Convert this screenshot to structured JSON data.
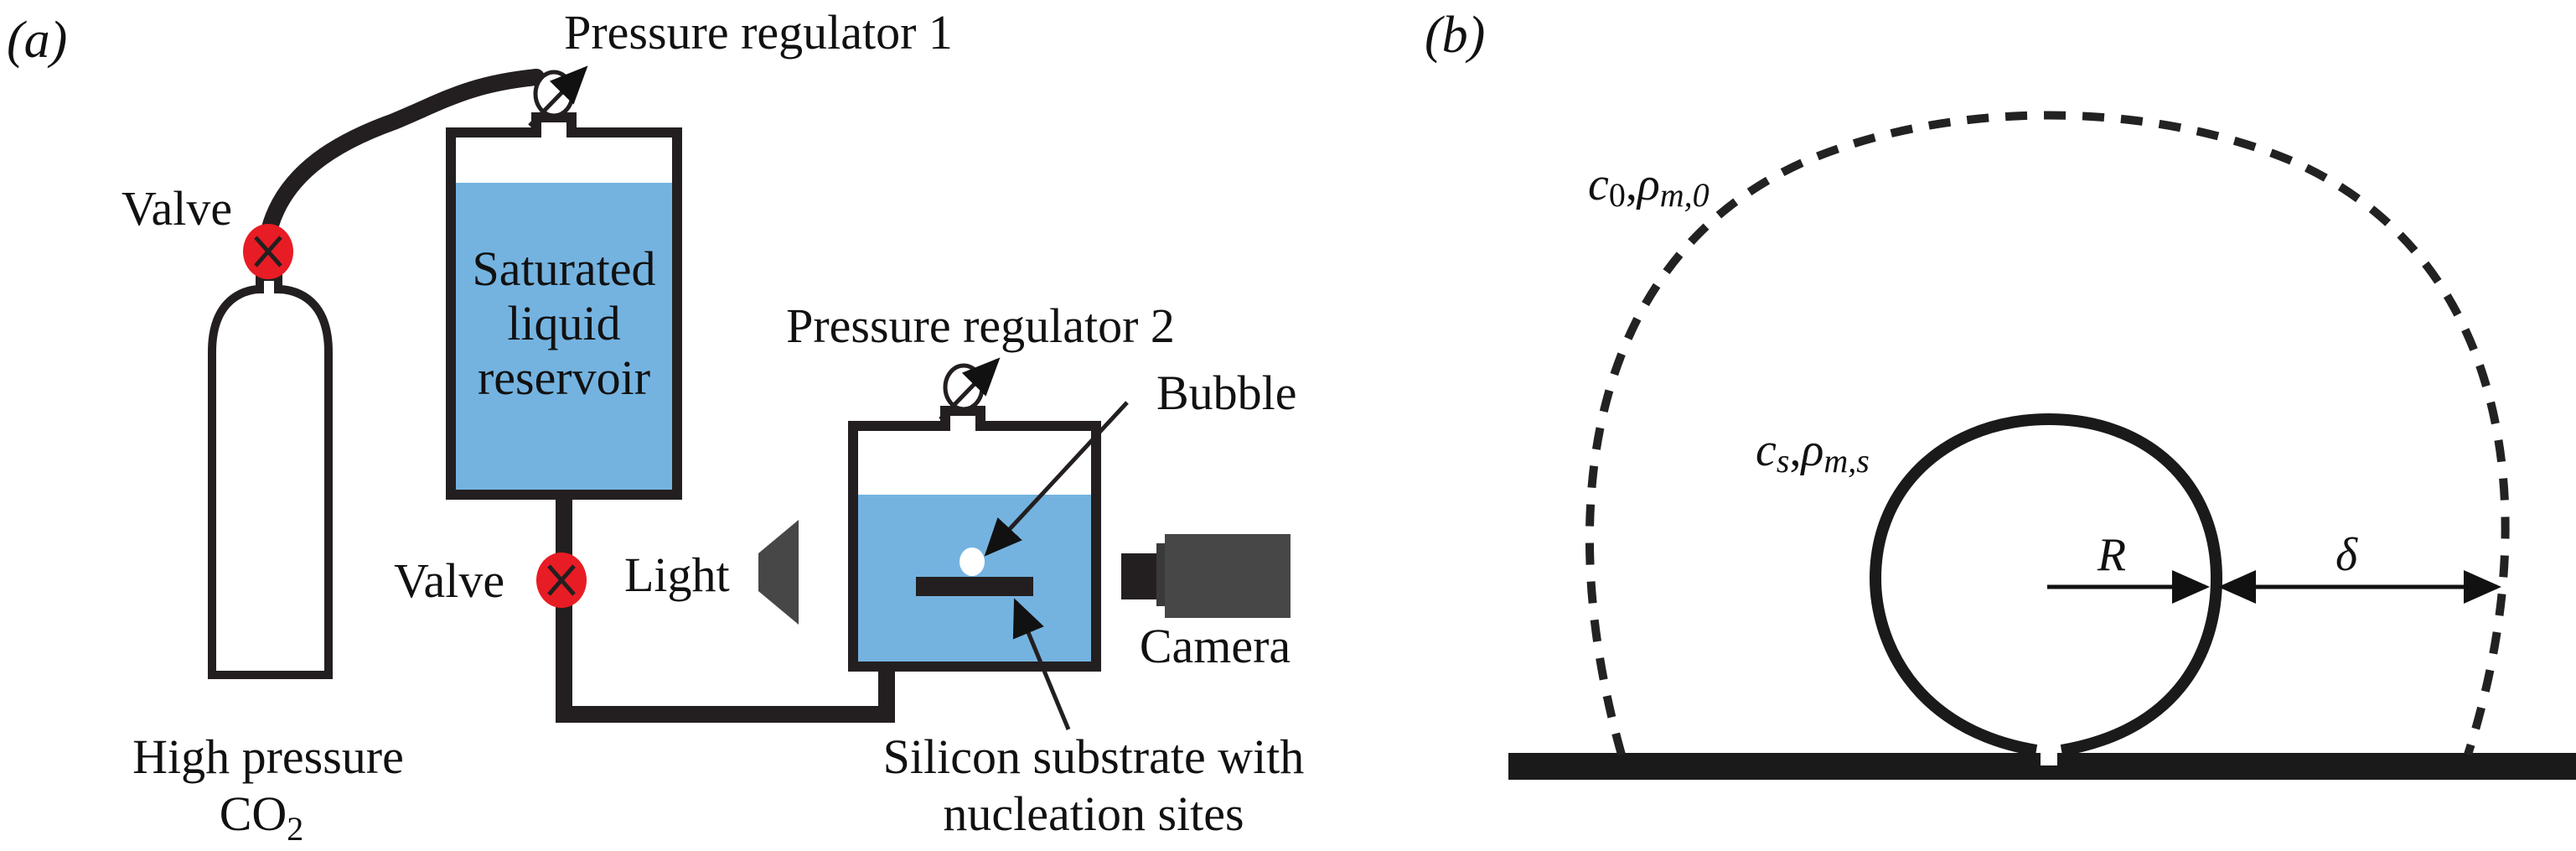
{
  "panel_a": {
    "label": "(a)",
    "labels": {
      "regulator1": "Pressure regulator 1",
      "regulator2": "Pressure regulator 2",
      "valve_top": "Valve",
      "valve_bottom": "Valve",
      "reservoir_line1": "Saturated",
      "reservoir_line2": "liquid",
      "reservoir_line3": "reservoir",
      "light": "Light",
      "camera": "Camera",
      "bubble": "Bubble",
      "cylinder_line1": "High pressure",
      "cylinder_main": "CO",
      "cylinder_sub": "2",
      "substrate_line1": "Silicon substrate with",
      "substrate_line2": "nucleation sites"
    },
    "colors": {
      "liquid": "#74b3e0",
      "valve": "#e81c24",
      "outline": "#231f20",
      "device": "#474747"
    }
  },
  "panel_b": {
    "label": "(b)",
    "outer_label": {
      "c": "c",
      "c_sub": "0",
      "rho": "ρ",
      "rho_sub": "m,0"
    },
    "inner_label": {
      "c": "c",
      "c_sub": "s",
      "rho": "ρ",
      "rho_sub": "m,s"
    },
    "radius_label": "R",
    "delta_label": "δ",
    "comma": ","
  }
}
